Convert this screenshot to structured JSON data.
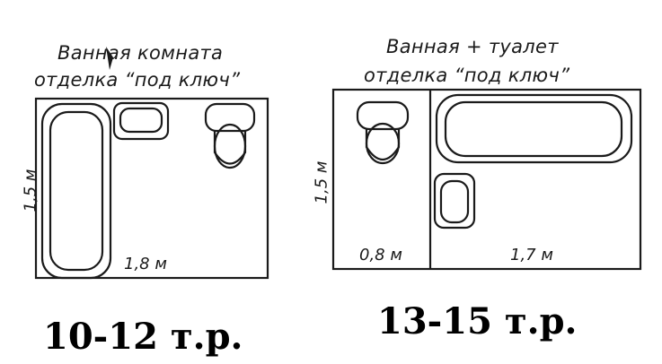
{
  "plan_left": {
    "title_line1": "Ванная комната",
    "title_line2": "отделка “под ключ”",
    "height_label": "1,5 м",
    "width_label": "1,8 м",
    "price": "10-12 т.р."
  },
  "plan_right": {
    "title_line1": "Ванная + туалет",
    "title_line2": "отделка “под ключ”",
    "height_label": "1,5 м",
    "toilet_room_width_label": "0,8 м",
    "bath_room_width_label": "1,7 м",
    "price": "13-15 т.р."
  },
  "colors": {
    "ink": "#1a1a1a",
    "background": "#ffffff"
  }
}
